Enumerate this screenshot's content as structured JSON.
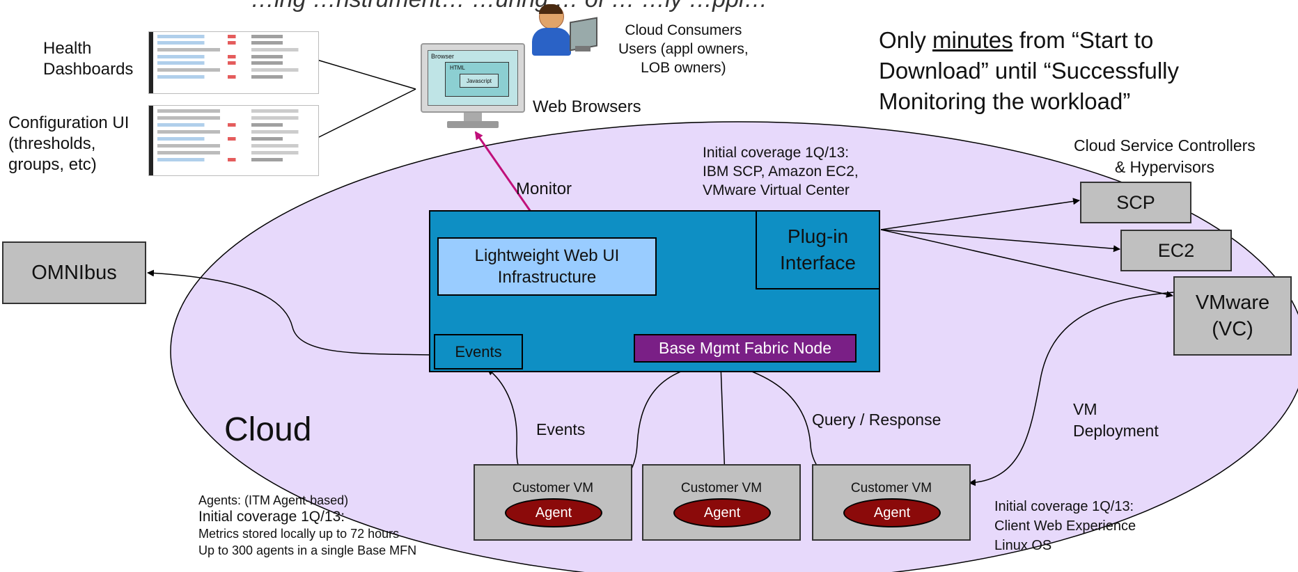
{
  "title_fragment": "…ing …nstrument… …uring … of … …ly …ppl…",
  "dashboards": {
    "health_label": "Health\nDashboards",
    "config_label": "Configuration UI\n(thresholds,\ngroups, etc)"
  },
  "consumers": {
    "label": "Cloud Consumers\nUsers (appl owners,\nLOB owners)",
    "browser_label": "Web Browsers",
    "monitor_screen": {
      "browser": "Browser",
      "html": "HTML",
      "javascript": "Javascript"
    }
  },
  "callout": {
    "line1_prefix": "Only ",
    "line1_underlined": "minutes",
    "line1_suffix": " from “Start to",
    "line2": "Download” until “Successfully",
    "line3": "Monitoring the workload”"
  },
  "cloud_label": "Cloud",
  "initial_coverage_top": "Initial coverage 1Q/13:\nIBM SCP, Amazon EC2,\nVMware Virtual Center",
  "controllers": {
    "heading": "Cloud Service Controllers\n& Hypervisors",
    "scp": "SCP",
    "ec2": "EC2",
    "vmware": "VMware\n(VC)"
  },
  "omnibus": "OMNIbus",
  "monitor_label": "Monitor",
  "core": {
    "web_ui": "Lightweight Web UI\nInfrastructure",
    "plugin": "Plug-in\nInterface",
    "events_box": "Events",
    "fabric": "Base Mgmt Fabric Node"
  },
  "flow_labels": {
    "events": "Events",
    "query": "Query / Response",
    "vm_deployment": "VM\nDeployment"
  },
  "vms": [
    {
      "title": "Customer VM",
      "agent": "Agent"
    },
    {
      "title": "Customer VM",
      "agent": "Agent"
    },
    {
      "title": "Customer VM",
      "agent": "Agent"
    }
  ],
  "agents_note": {
    "line1": "Agents: (ITM Agent-based)",
    "line2": "Initial coverage 1Q/13:",
    "line3": "Metrics stored locally up to 72 hours",
    "line4": "Up to 300 agents in a single Base MFN"
  },
  "coverage_bottom": "Initial coverage 1Q/13:\nClient Web Experience\nLinux OS",
  "colors": {
    "cloud_fill": "#e7d9fb",
    "core_fill": "#0e8fc4",
    "web_ui_fill": "#99ccff",
    "fabric_fill": "#7a1f86",
    "agent_fill": "#8b0a0a",
    "vm_fill": "#c0c0c0",
    "monitor_arrow": "#c0107a"
  }
}
